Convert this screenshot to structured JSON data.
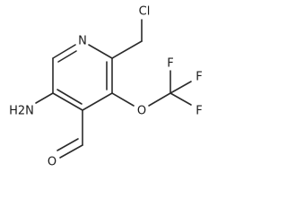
{
  "molecule": {
    "atoms": {
      "n": "N",
      "cl": "Cl",
      "o_ether": "O",
      "f1": "F",
      "f2": "F",
      "f3": "F",
      "o_aldehyde": "O",
      "h2n": "H2N"
    }
  }
}
